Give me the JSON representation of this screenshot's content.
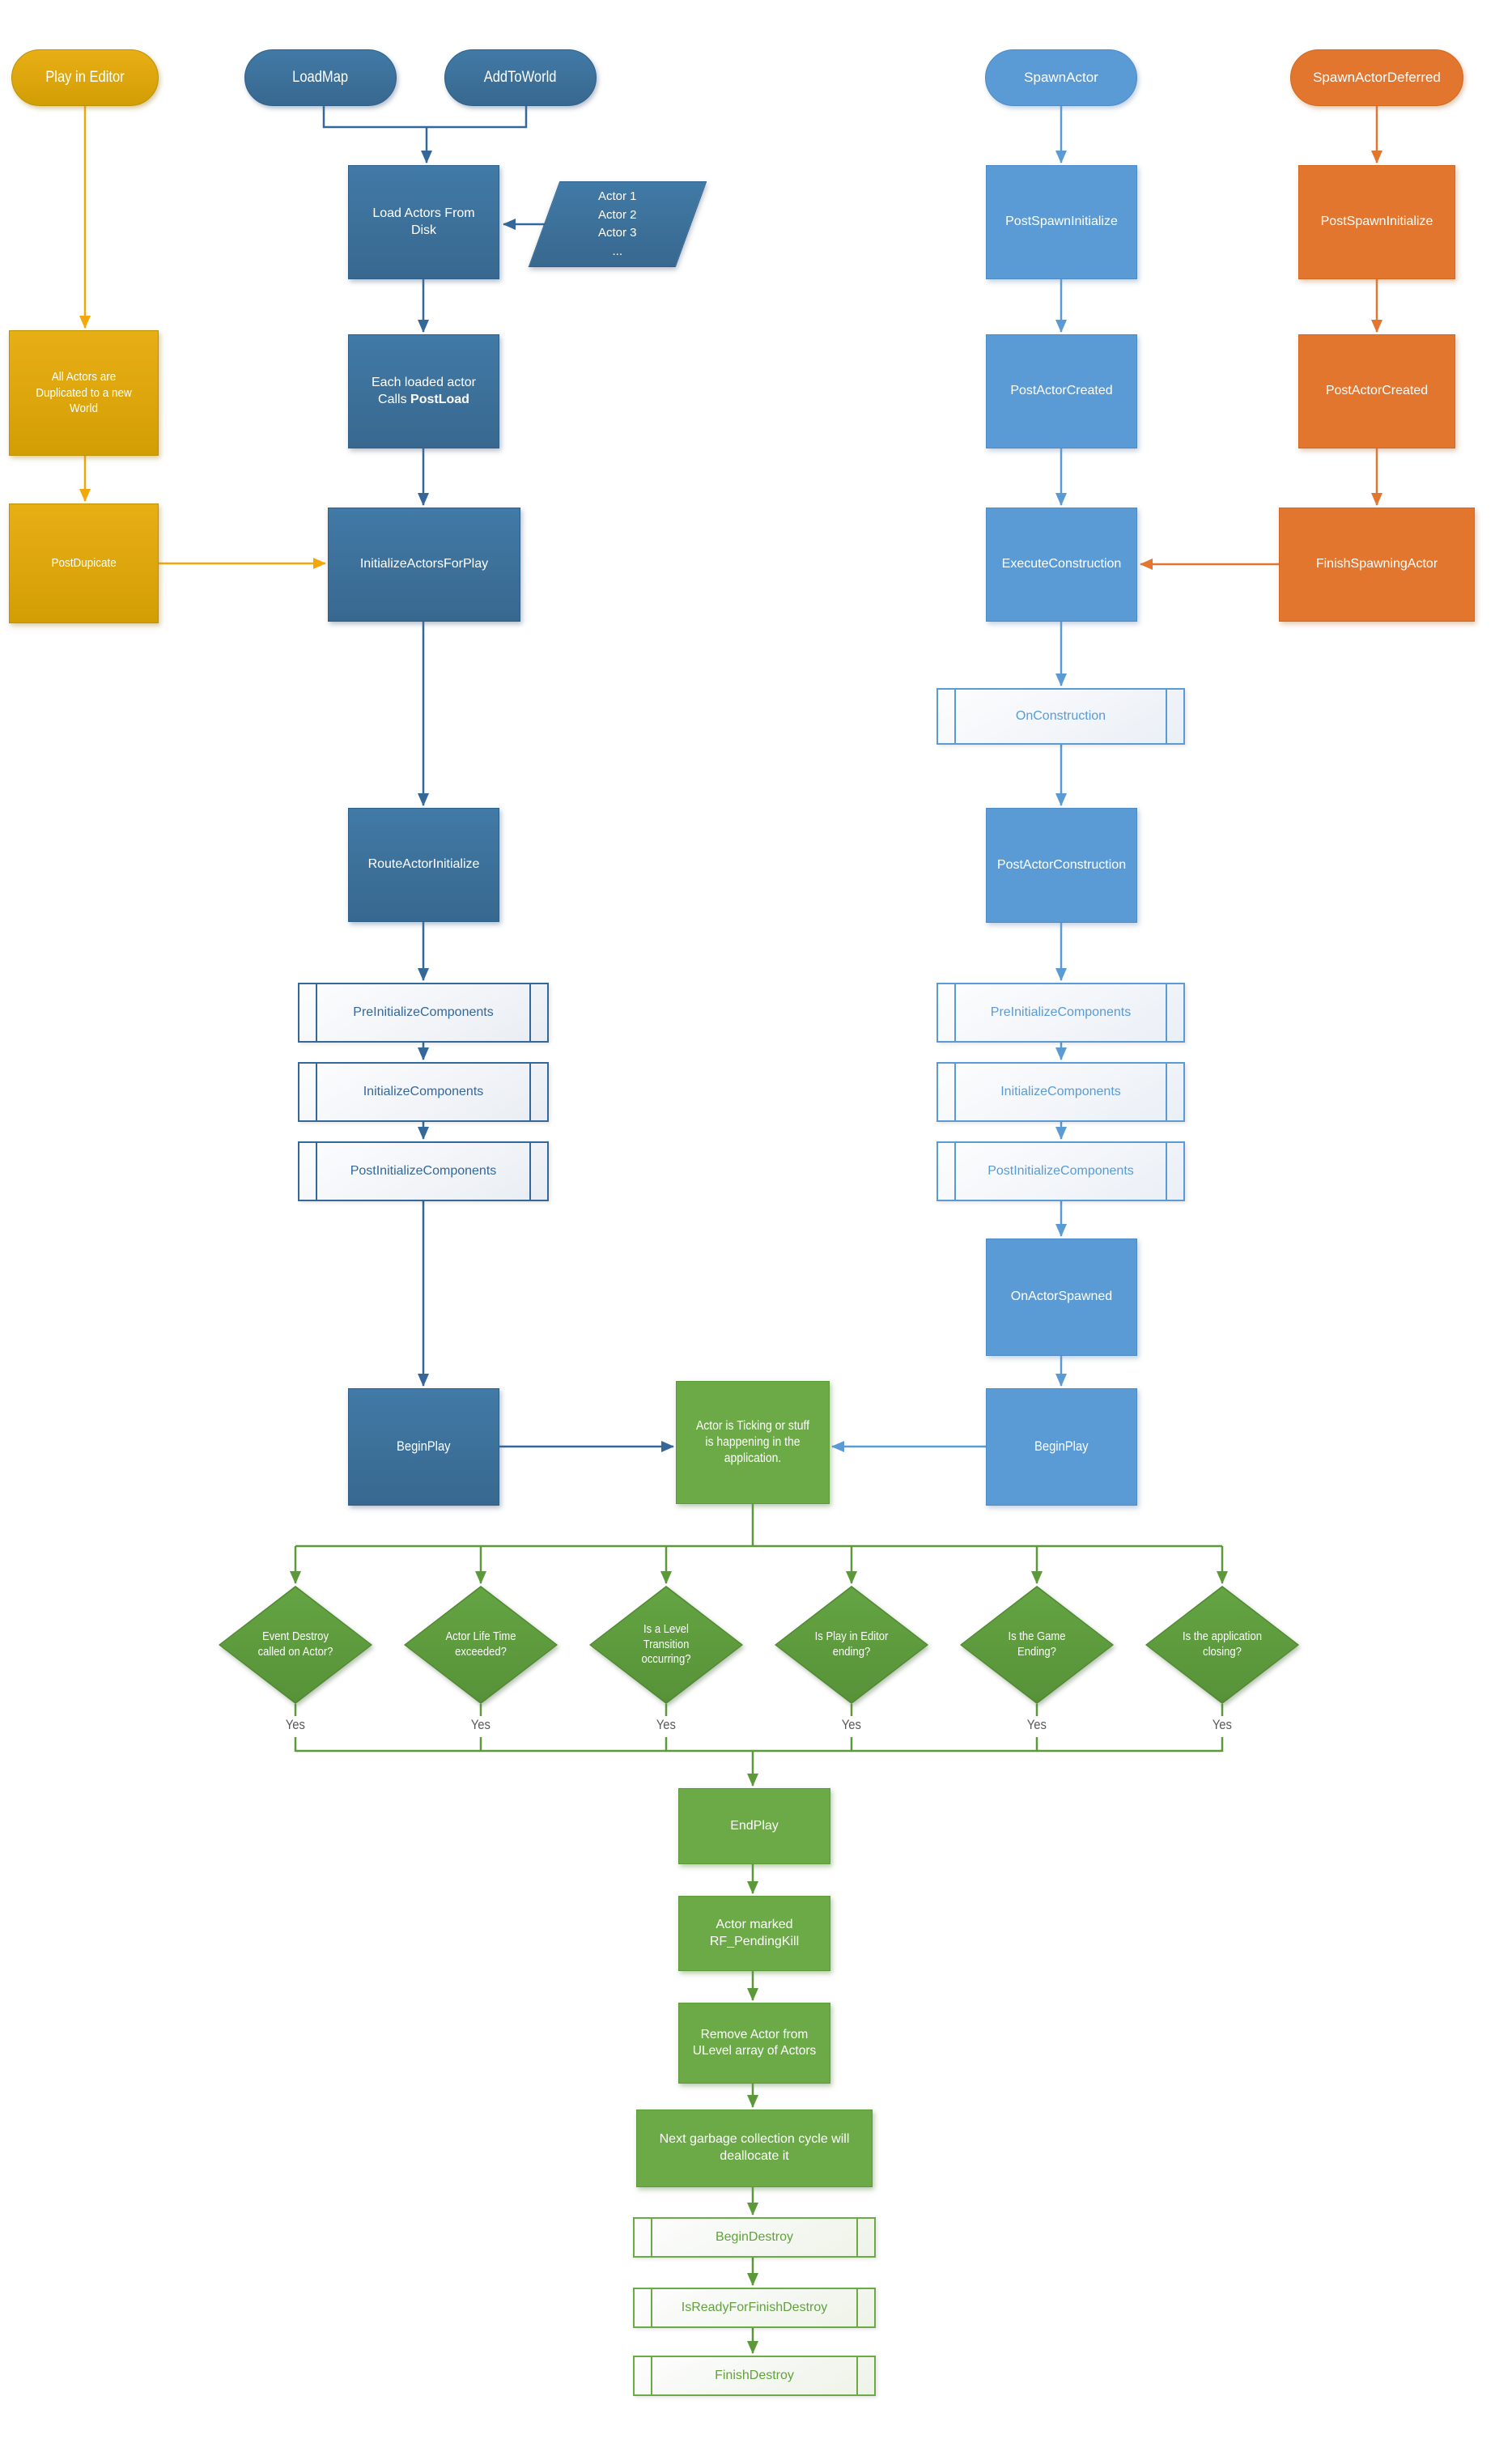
{
  "nodes": {
    "play_in_editor": "Play in Editor",
    "load_map": "LoadMap",
    "add_to_world": "AddToWorld",
    "spawn_actor": "SpawnActor",
    "spawn_actor_deferred": "SpawnActorDeferred",
    "load_actors_from_disk": "Load Actors From Disk",
    "all_actors_duplicated": "All Actors are Duplicated to a new World",
    "each_loaded_actor_line1": "Each loaded actor",
    "each_loaded_actor_line2_prefix": "Calls",
    "each_loaded_actor_line2_bold": "PostLoad",
    "post_dupicate": "PostDupicate",
    "initialize_actors_for_play": "InitializeActorsForPlay",
    "route_actor_initialize": "RouteActorInitialize",
    "pre_initialize_components": "PreInitializeComponents",
    "initialize_components": "InitializeComponents",
    "post_initialize_components": "PostInitializeComponents",
    "post_spawn_initialize": "PostSpawnInitialize",
    "post_actor_created": "PostActorCreated",
    "execute_construction": "ExecuteConstruction",
    "finish_spawning_actor": "FinishSpawningActor",
    "on_construction": "OnConstruction",
    "post_actor_construction": "PostActorConstruction",
    "on_actor_spawned": "OnActorSpawned",
    "begin_play": "BeginPlay",
    "actor_ticking": "Actor is Ticking or stuff is happening in the application.",
    "end_play": "EndPlay",
    "actor_marked": "Actor marked RF_PendingKill",
    "remove_actor": "Remove Actor from ULevel array of Actors",
    "next_gc": "Next garbage collection cycle will deallocate it",
    "begin_destroy": "BeginDestroy",
    "is_ready_for_finish_destroy": "IsReadyForFinishDestroy",
    "finish_destroy": "FinishDestroy"
  },
  "actor_stack": [
    "Actor 1",
    "Actor 2",
    "Actor 3",
    "..."
  ],
  "decisions": [
    "Event Destroy called on Actor?",
    "Actor Life Time exceeded?",
    "Is a Level Transition occurring?",
    "Is Play in Editor ending?",
    "Is the Game Ending?",
    "Is the application closing?"
  ],
  "yes_label": "Yes",
  "colors": {
    "dark_blue": "#35689A",
    "medium_blue": "#5B9BD5",
    "orange": "#E2762F",
    "gold": "#E2A50F",
    "green": "#6BAA47",
    "diamond_green": "#5E9C3D"
  }
}
